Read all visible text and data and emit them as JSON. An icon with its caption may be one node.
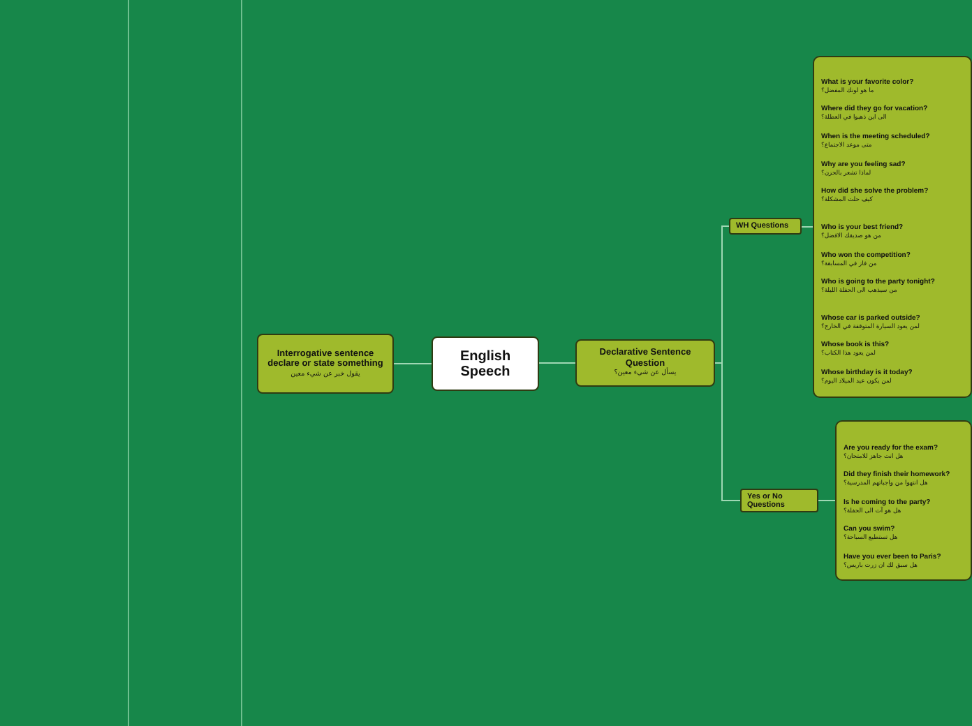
{
  "diagram": {
    "nodes": [
      {
        "text": [
          "English Speech"
        ]
      },
      {
        "text": [
          "Interrogative sentence declare or state something",
          "يقول خبر عن شيء معين"
        ]
      },
      {
        "text": [
          "Declarative Sentence Question",
          "يسأل عن شيء معين؟"
        ]
      },
      {
        "text": [
          "WH Questions"
        ]
      },
      {
        "text": [
          "Yes or No Questions"
        ]
      },
      {
        "text": [
          "What is your favorite color?",
          "ما هو لونك المفضل؟",
          "Where did they go for vacation?",
          "الى اين ذهبوا في العطلة؟",
          "When is the meeting scheduled?",
          "متى موعد الاجتماع؟",
          "Why are you feeling sad?",
          "لماذا تشعر بالحزن؟",
          "How did she solve the problem?",
          "كيف حلت المشكلة؟",
          "Who is your best friend?",
          "من هو صديقك الافضل؟",
          "Who won the competition?",
          "من فاز في المسابقة؟",
          "Who is going to the party tonight?",
          "من سيذهب الى الحفلة الليلة؟",
          "Whose car is parked outside?",
          "لمن يعود السيارة المتوقفة في الخارج؟",
          "Whose book is this?",
          "لمن يعود هذا الكتاب؟",
          "Whose birthday is it today?",
          "لمن يكون عيد الميلاد اليوم؟"
        ]
      },
      {
        "text": [
          "Are you ready for the exam?",
          "هل انت جاهز للامتحان؟",
          "Did they finish their homework?",
          "هل انتهوا من واجباتهم المدرسية؟",
          "Is he coming to the party?",
          "هل هو آت الى الحفلة؟",
          "Can you swim?",
          "هل تستطيع السباحة؟",
          "Have you ever been to Paris?",
          "هل سبق لك ان زرت باريس؟"
        ]
      }
    ],
    "edges": [
      {
        "from": 0,
        "to": 1,
        "arrow": "none"
      },
      {
        "from": 0,
        "to": 2,
        "arrow": "none"
      },
      {
        "from": 2,
        "to": 3,
        "arrow": "none"
      },
      {
        "from": 2,
        "to": 4,
        "arrow": "none"
      },
      {
        "from": 3,
        "to": 5,
        "arrow": "none"
      },
      {
        "from": 4,
        "to": 6,
        "arrow": "none"
      }
    ]
  }
}
